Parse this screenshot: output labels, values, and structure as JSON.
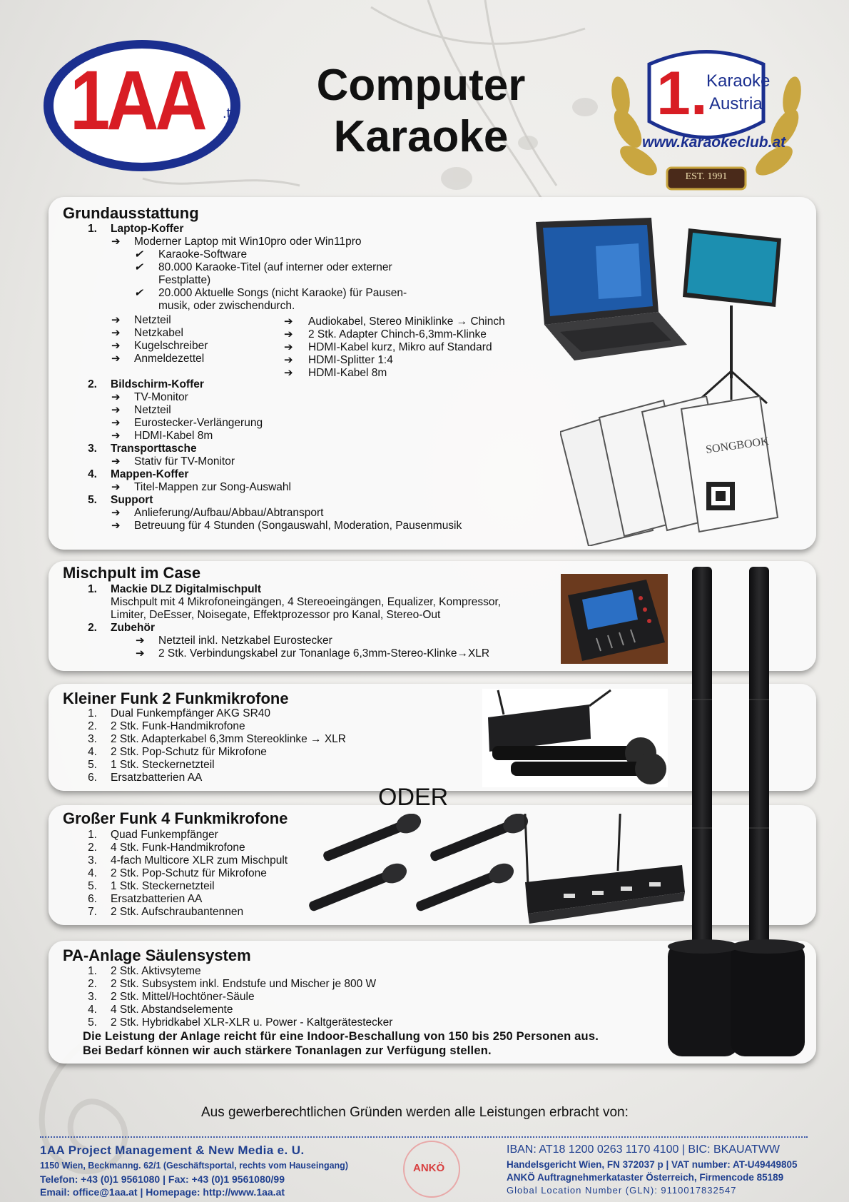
{
  "header": {
    "title_line1": "Computer",
    "title_line2": "Karaoke",
    "logo_left": {
      "main": "1AA",
      "sub": ".tv"
    },
    "logo_right": {
      "line1": "Karaoke",
      "line2": "Austria",
      "num": "1.",
      "url": "www.karaokeclub.at",
      "est": "EST. 1991"
    }
  },
  "sections": {
    "grund": {
      "title": "Grundausstattung",
      "i1": {
        "n": "1.",
        "label": "Laptop-Koffer",
        "sub": "Moderner Laptop mit Win10pro oder Win11pro",
        "checks": [
          "Karaoke-Software",
          "80.000 Karaoke-Titel (auf interner oder externer",
          "Festplatte)",
          "20.000 Aktuelle Songs (nicht Karaoke) für Pausen-",
          "musik, oder zwischendurch."
        ],
        "left": [
          "Netzteil",
          "Netzkabel",
          "Kugelschreiber",
          "Anmeldezettel"
        ],
        "right": [
          "Audiokabel, Stereo Miniklinke → Chinch",
          "2 Stk. Adapter Chinch-6,3mm-Klinke",
          "HDMI-Kabel kurz, Mikro auf Standard",
          "HDMI-Splitter 1:4",
          "HDMI-Kabel 8m"
        ]
      },
      "i2": {
        "n": "2.",
        "label": "Bildschirm-Koffer",
        "items": [
          "TV-Monitor",
          "Netzteil",
          "Eurostecker-Verlängerung",
          "HDMI-Kabel 8m"
        ]
      },
      "i3": {
        "n": "3.",
        "label": "Transporttasche",
        "items": [
          "Stativ für TV-Monitor"
        ]
      },
      "i4": {
        "n": "4.",
        "label": "Mappen-Koffer",
        "items": [
          "Titel-Mappen zur Song-Auswahl"
        ]
      },
      "i5": {
        "n": "5.",
        "label": "Support",
        "items": [
          "Anlieferung/Aufbau/Abbau/Abtransport",
          "Betreuung für 4 Stunden (Songauswahl, Moderation, Pausenmusik"
        ]
      },
      "songbook": "SONGBOOK"
    },
    "misch": {
      "title": "Mischpult im Case",
      "i1": {
        "n": "1.",
        "label": "Mackie DLZ Digitalmischpult",
        "desc1": "Mischpult mit 4 Mikrofoneingängen, 4 Stereoeingängen, Equalizer, Kompressor,",
        "desc2": "Limiter, DeEsser, Noisegate, Effektprozessor pro Kanal, Stereo-Out"
      },
      "i2": {
        "n": "2.",
        "label": "Zubehör",
        "items": [
          "Netzteil inkl. Netzkabel Eurostecker",
          "2 Stk. Verbindungskabel zur Tonanlage 6,3mm-Stereo-Klinke→XLR"
        ]
      }
    },
    "klein": {
      "title": "Kleiner Funk 2 Funkmikrofone",
      "items": [
        "Dual Funkempfänger AKG SR40",
        "2 Stk. Funk-Handmikrofone",
        "2 Stk. Adapterkabel 6,3mm Stereoklinke → XLR",
        "2 Stk. Pop-Schutz für Mikrofone",
        "1 Stk. Steckernetzteil",
        "Ersatzbatterien AA"
      ],
      "nums": [
        "1.",
        "2.",
        "3.",
        "4.",
        "5.",
        "6."
      ]
    },
    "oder": "ODER",
    "gross": {
      "title": "Großer Funk 4 Funkmikrofone",
      "items": [
        "Quad Funkempfänger",
        "4 Stk. Funk-Handmikrofone",
        "4-fach Multicore XLR zum Mischpult",
        "2 Stk. Pop-Schutz für Mikrofone",
        "1 Stk. Steckernetzteil",
        "Ersatzbatterien AA",
        "2 Stk. Aufschraubantennen"
      ],
      "nums": [
        "1.",
        "2.",
        "3.",
        "4.",
        "5.",
        "6.",
        "7."
      ]
    },
    "pa": {
      "title": "PA-Anlage Säulensystem",
      "items": [
        "2 Stk. Aktivsyteme",
        "2 Stk. Subsystem inkl. Endstufe und Mischer je 800 W",
        "2 Stk. Mittel/Hochtöner-Säule",
        "4 Stk. Abstandselemente",
        "2 Stk. Hybridkabel XLR-XLR u. Power - Kaltgerätestecker"
      ],
      "nums": [
        "1.",
        "2.",
        "3.",
        "4.",
        "5."
      ],
      "note1": "Die Leistung der Anlage reicht für eine Indoor-Beschallung von 150 bis 250 Personen aus.",
      "note2": "Bei Bedarf können wir auch stärkere Tonanlagen zur Verfügung stellen."
    }
  },
  "notice": "Aus gewerberechtlichen Gründen werden alle Leistungen erbracht von:",
  "footer": {
    "company": "1AA  Project Management & New Media e. U.",
    "address": "1150 Wien, Beckmanng. 62/1  (Geschäftsportal, rechts vom Hauseingang)",
    "phone": "Telefon: +43 (0)1 9561080   |   Fax: +43 (0)1 9561080/99",
    "email": "Email: office@1aa.at    |    Homepage: http://www.1aa.at",
    "iban": "IBAN: AT18 1200 0263 1170 4100  | BIC: BKAUATWW",
    "court": "Handelsgericht Wien, FN 372037 p | VAT number: AT-U49449805",
    "anko": "ANKÖ  Auftragnehmerkataster  Österreich,  Firmencode 85189",
    "gln": "Global Location Number   (GLN):        9110017832547",
    "stamp": "ANKÖ"
  },
  "colors": {
    "red": "#d81d24",
    "blue": "#1b2f8f",
    "gold": "#c9a640",
    "footer_blue": "#1f3f8f"
  }
}
